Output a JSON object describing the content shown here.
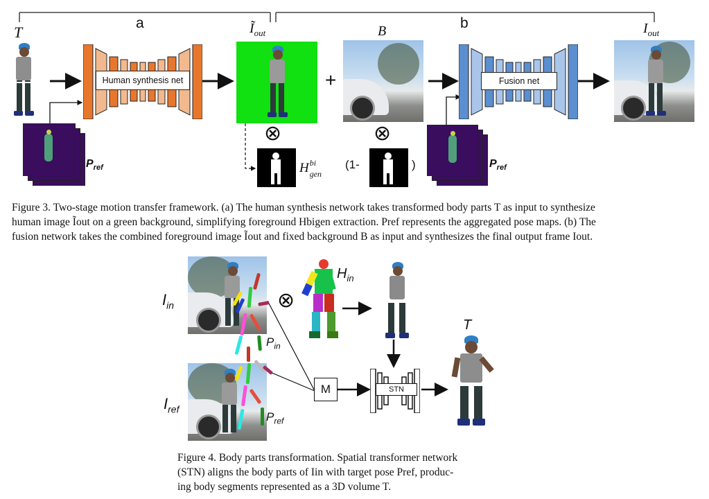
{
  "figure3": {
    "label_a": "a",
    "label_b": "b",
    "T": "T",
    "I_out_tilde": "Ĩ",
    "I_out_tilde_sub": "out",
    "B": "B",
    "I_out": "I",
    "I_out_sub": "out",
    "human_synthesis_net": "Human synthesis net",
    "fusion_net": "Fusion net",
    "P_ref": "P",
    "P_ref_sub": "ref",
    "H_gen": "H",
    "H_gen_sup": "bi",
    "H_gen_sub": "gen",
    "plus": "+",
    "otimes": "⊗",
    "one_minus": "(1-",
    "close_paren": ")",
    "caption_l1": "Figure 3. Two-stage motion transfer framework. (a) The human synthesis network takes transformed body parts T as input to synthesize",
    "caption_l2": "human image Ĩout on a green background, simplifying foreground Hbigen extraction. Pref represents the aggregated pose maps. (b) The",
    "caption_l3": "fusion network takes the combined foreground image Ĩout and fixed background B as input and synthesizes the final output frame Iout."
  },
  "figure4": {
    "I_in": "I",
    "I_in_sub": "in",
    "I_ref": "I",
    "I_ref_sub": "ref",
    "P_in": "P",
    "P_in_sub": "in",
    "P_ref": "P",
    "P_ref_sub": "ref",
    "H_in": "H",
    "H_in_sub": "in",
    "otimes": "⊗",
    "M": "M",
    "STN": "STN",
    "T": "T",
    "caption_l1": "Figure 4. Body parts transformation. Spatial transformer network",
    "caption_l2": "(STN) aligns the body parts of Iin with target pose Pref, produc-",
    "caption_l3": "ing body segments represented as a 3D volume T."
  },
  "colors": {
    "orange_net": "#e8772e",
    "orange_light": "#f3b98e",
    "blue_net": "#5b8fd0",
    "blue_light": "#a9c6ea",
    "green_bg": "#11e011",
    "pose_dark": "#3a0d5e"
  }
}
